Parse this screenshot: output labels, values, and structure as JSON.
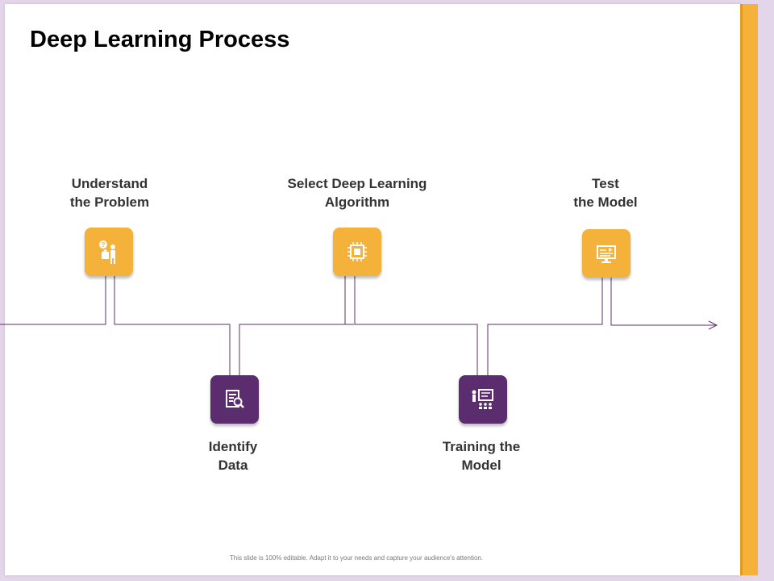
{
  "slide": {
    "title": "Deep Learning Process",
    "footer": "This slide is 100% editable. Adapt it to your needs and capture your audience's attention."
  },
  "colors": {
    "accent_orange": "#f5b23a",
    "accent_purple": "#5c2d6e",
    "line": "#5c2d6e"
  },
  "steps": [
    {
      "label": "Understand\nthe Problem",
      "icon": "puzzle-person-icon",
      "color": "orange"
    },
    {
      "label": "Identify\nData",
      "icon": "document-search-icon",
      "color": "purple"
    },
    {
      "label": "Select Deep Learning\nAlgorithm",
      "icon": "processor-chip-icon",
      "color": "orange"
    },
    {
      "label": "Training the\nModel",
      "icon": "presentation-audience-icon",
      "color": "purple"
    },
    {
      "label": "Test\nthe Model",
      "icon": "computer-monitor-icon",
      "color": "orange"
    }
  ]
}
